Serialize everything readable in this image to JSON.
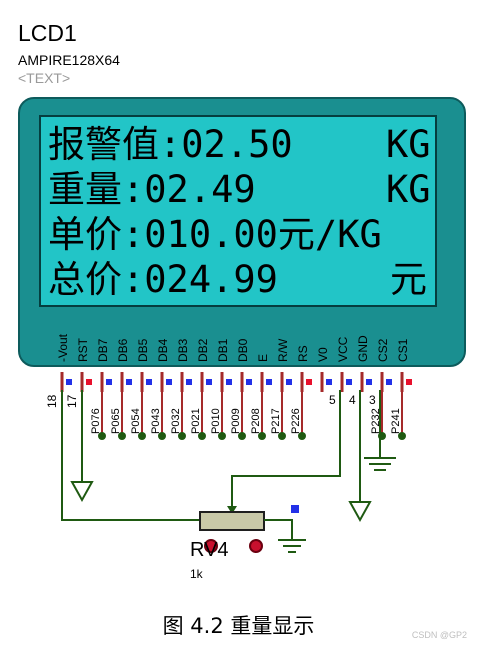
{
  "component": {
    "ref": "LCD1",
    "model": "AMPIRE128X64",
    "placeholder": "<TEXT>"
  },
  "display_lines": [
    {
      "text": "报警值:02.50",
      "unit": "KG"
    },
    {
      "text": "重量:02.49",
      "unit": "KG"
    },
    {
      "text": "单价:010.00元/KG",
      "unit": ""
    },
    {
      "text": "总价:024.99",
      "unit": "元"
    }
  ],
  "pins": [
    "-Vout",
    "RST",
    "DB7",
    "DB6",
    "DB5",
    "DB4",
    "DB3",
    "DB2",
    "DB1",
    "DB0",
    "E",
    "R/W",
    "RS",
    "V0",
    "VCC",
    "GND",
    "CS2",
    "CS1"
  ],
  "pin_numbers": {
    "vout": "18",
    "rst": "17",
    "v0": "5",
    "vcc": "4",
    "gnd": "3"
  },
  "net_labels": [
    "P076",
    "P065",
    "P054",
    "P043",
    "P032",
    "P021",
    "P010",
    "P009",
    "P208",
    "P217",
    "P226",
    "P232",
    "P241"
  ],
  "pot": {
    "ref": "RV4",
    "value": "1k"
  },
  "caption": "图 4.2 重量显示",
  "watermark": "CSDN @GP2",
  "colors": {
    "lcd_body": "#1a8f90",
    "lcd_screen": "#22c5c7",
    "wire": "#1f5a12",
    "pin_line": "#a52a2a",
    "marker_red": "#e8112d",
    "marker_blue": "#2331e8"
  }
}
